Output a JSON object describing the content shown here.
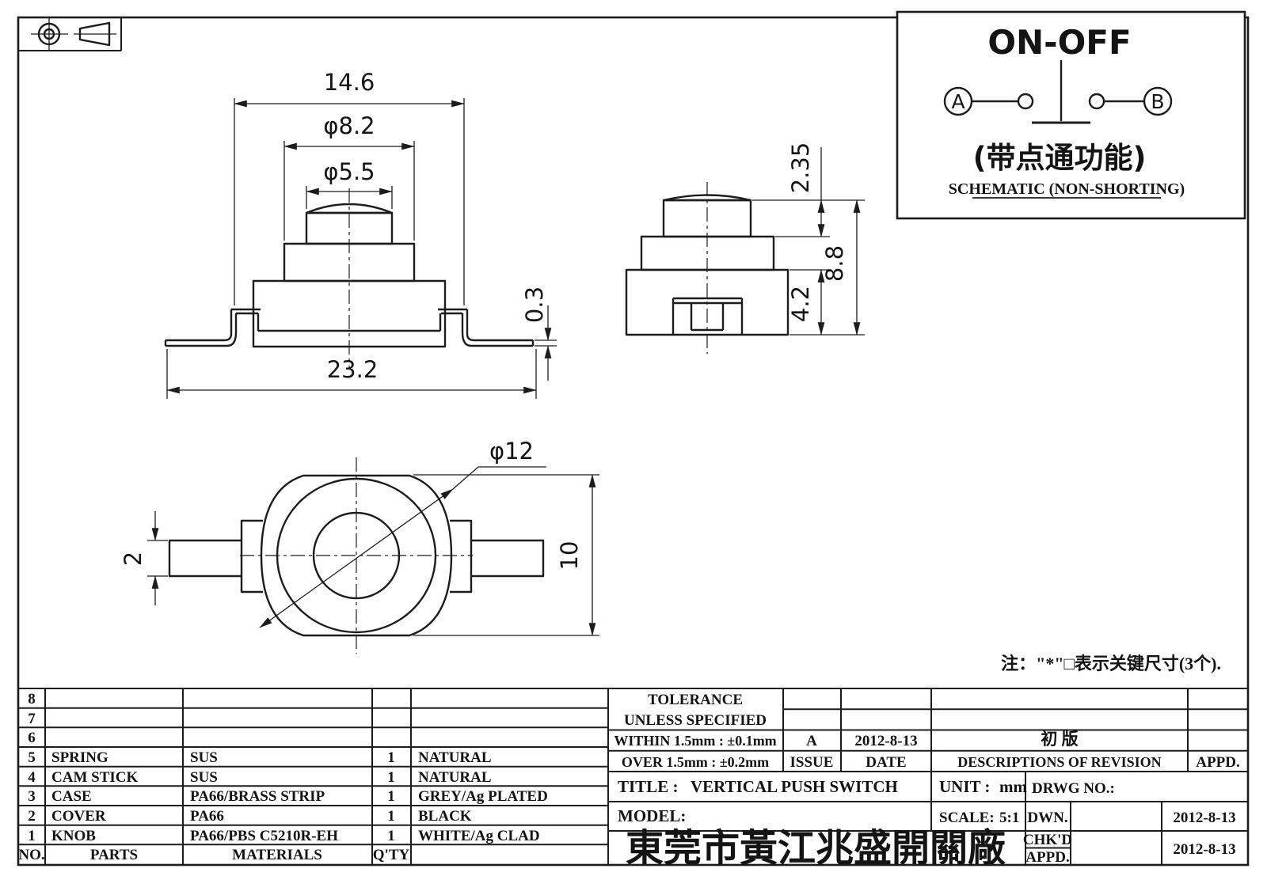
{
  "sheet": {
    "note": "注：\"*\"□表示关键尺寸(3个).",
    "projection_symbol": "first-angle-projection-icon"
  },
  "schematic": {
    "title": "ON-OFF",
    "terminal_a": "A",
    "terminal_b": "B",
    "function_cn": "(带点通功能)",
    "caption": "SCHEMATIC (NON-SHORTING)"
  },
  "dimensions": {
    "front": {
      "top_width": "14.6",
      "mid_dia": "φ8.2",
      "knob_dia": "φ5.5",
      "flange_thickness": "0.3",
      "overall_width": "23.2"
    },
    "side": {
      "knob_height": "2.35",
      "total_height": "8.8",
      "base_height": "4.2"
    },
    "top": {
      "pin_width": "2",
      "body_dia": "φ12",
      "body_depth": "10"
    }
  },
  "parts_table": {
    "col_headers": {
      "no": "NO.",
      "parts": "PARTS",
      "materials": "MATERIALS",
      "qty": "Q'TY",
      "finish": ""
    },
    "rows": [
      {
        "no": "8",
        "parts": "",
        "materials": "",
        "qty": "",
        "finish": ""
      },
      {
        "no": "7",
        "parts": "",
        "materials": "",
        "qty": "",
        "finish": ""
      },
      {
        "no": "6",
        "parts": "",
        "materials": "",
        "qty": "",
        "finish": ""
      },
      {
        "no": "5",
        "parts": "SPRING",
        "materials": "SUS",
        "qty": "1",
        "finish": "NATURAL"
      },
      {
        "no": "4",
        "parts": "CAM STICK",
        "materials": "SUS",
        "qty": "1",
        "finish": "NATURAL"
      },
      {
        "no": "3",
        "parts": "CASE",
        "materials": "PA66/BRASS STRIP",
        "qty": "1",
        "finish": "GREY/Ag PLATED"
      },
      {
        "no": "2",
        "parts": "COVER",
        "materials": "PA66",
        "qty": "1",
        "finish": "BLACK"
      },
      {
        "no": "1",
        "parts": "KNOB",
        "materials": "PA66/PBS C5210R-EH",
        "qty": "1",
        "finish": "WHITE/Ag CLAD"
      }
    ]
  },
  "title_block": {
    "tolerance_title": "TOLERANCE",
    "tolerance_sub": "UNLESS SPECIFIED",
    "tol_within": "WITHIN 1.5mm : ±0.1mm",
    "tol_over": "OVER 1.5mm : ±0.2mm",
    "issue_label": "ISSUE",
    "date_label": "DATE",
    "revision_label": "DESCRIPTIONS OF REVISION",
    "appd_label": "APPD.",
    "rev_issue": "A",
    "rev_date": "2012-8-13",
    "rev_desc": "初 版",
    "rev_appd": "",
    "title_label": "TITLE :",
    "title": "VERTICAL PUSH SWITCH",
    "unit_label": "UNIT :",
    "unit": "mm",
    "drwg_label": "DRWG NO.:",
    "drwg_no": "",
    "model_label": "MODEL:",
    "model": "",
    "scale_label": "SCALE:",
    "scale": "5:1",
    "dwn_label": "DWN.",
    "dwn_date": "2012-8-13",
    "chkd_label": "CHK'D",
    "appd2_label": "APPD.",
    "chkd_appd_date": "2012-8-13",
    "company": "東莞市黃江兆盛開關廠"
  }
}
